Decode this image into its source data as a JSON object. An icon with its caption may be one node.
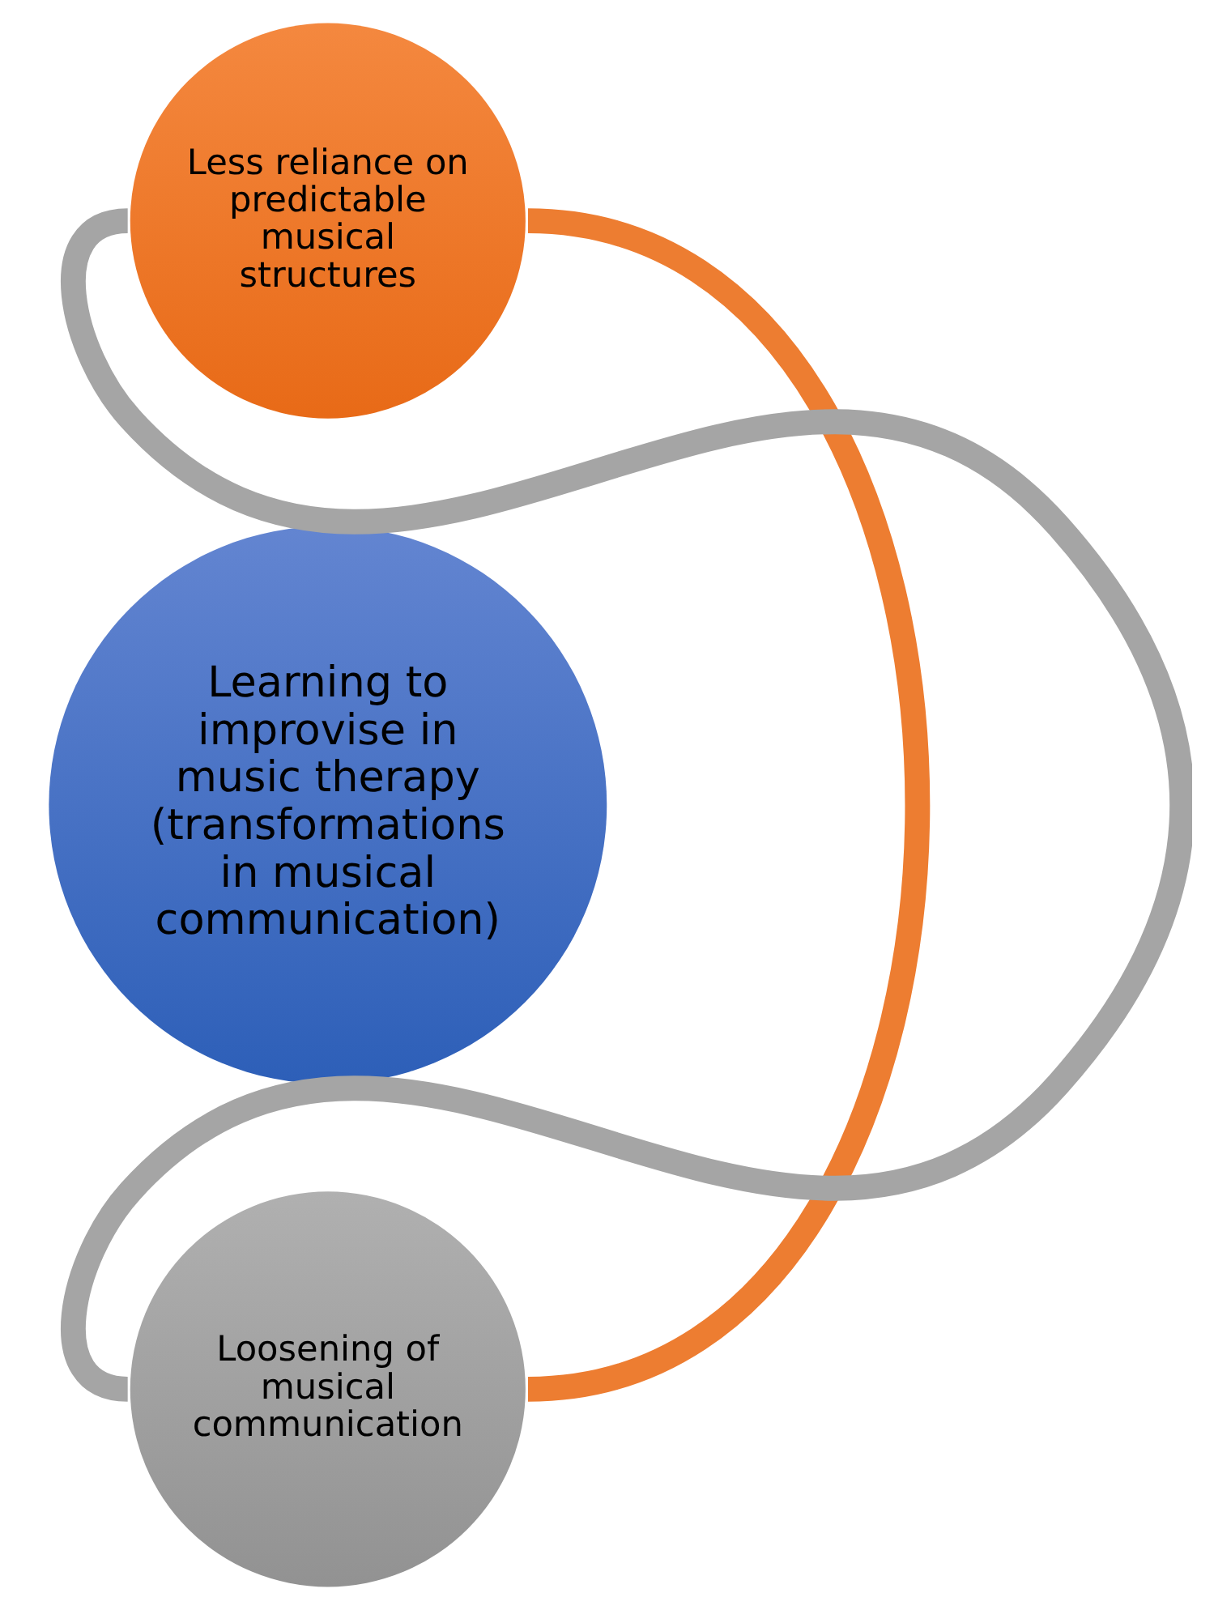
{
  "diagram": {
    "nodes": [
      {
        "text": [
          "Less reliance on predictable musical structures"
        ]
      },
      {
        "text": [
          "Learning to improvise in music therapy (transformations in musical communication)"
        ]
      },
      {
        "text": [
          "Loosening of musical communication"
        ]
      }
    ],
    "edges": [
      {
        "from": 0,
        "to": 2,
        "arrow": "none",
        "color": "#ed7d31"
      },
      {
        "from": 2,
        "to": 0,
        "arrow": "none",
        "color": "#a5a5a5"
      }
    ]
  }
}
